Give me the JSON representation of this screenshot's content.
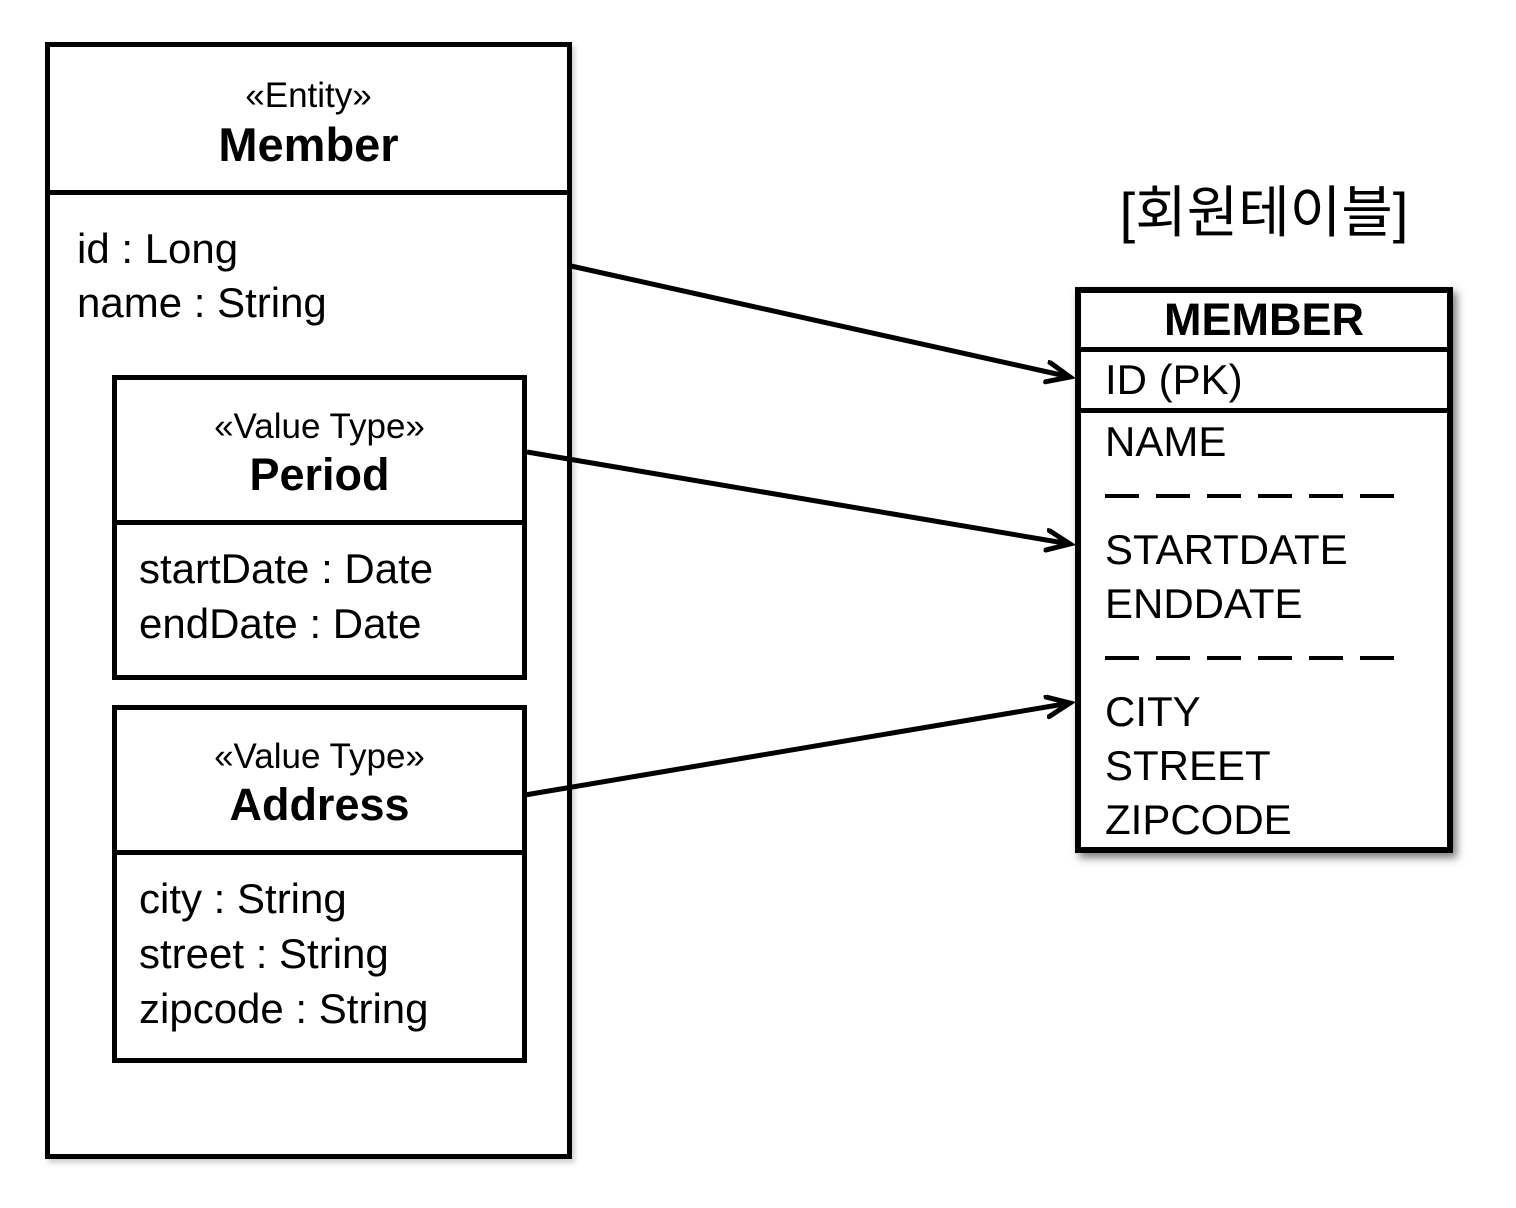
{
  "entity": {
    "stereotype": "«Entity»",
    "name": "Member",
    "fields": [
      "id : Long",
      "name : String"
    ],
    "value_types": [
      {
        "stereotype": "«Value Type»",
        "name": "Period",
        "fields": [
          "startDate : Date",
          "endDate : Date"
        ]
      },
      {
        "stereotype": "«Value Type»",
        "name": "Address",
        "fields": [
          "city : String",
          "street : String",
          "zipcode : String"
        ]
      }
    ]
  },
  "table": {
    "caption": "[회원테이블]",
    "title": "MEMBER",
    "primary_key": "ID (PK)",
    "column_groups": [
      [
        "NAME"
      ],
      [
        "STARTDATE",
        "ENDDATE"
      ],
      [
        "CITY",
        "STREET",
        "ZIPCODE"
      ]
    ]
  },
  "colors": {
    "line": "#000000",
    "background": "#ffffff"
  }
}
